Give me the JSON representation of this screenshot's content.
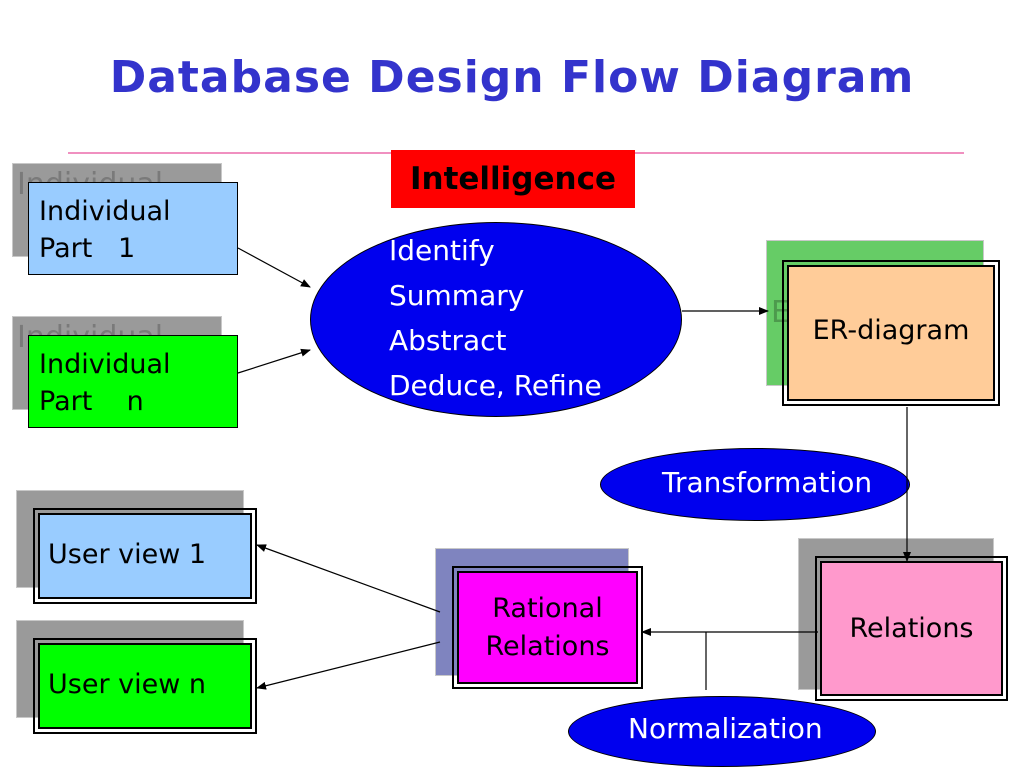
{
  "title": "Database Design Flow Diagram",
  "intelligence_label": "Intelligence",
  "individual_part_1": {
    "line1": "Individual",
    "line2": "Part   1"
  },
  "individual_part_n": {
    "line1": "Individual",
    "line2": "Part    n"
  },
  "process_steps": [
    "Identify",
    "Summary",
    "Abstract",
    "Deduce, Refine"
  ],
  "er_diagram": "ER-diagram",
  "transformation": "Transformation",
  "relations": "Relations",
  "normalization": "Normalization",
  "rational_relations": {
    "line1": "Rational",
    "line2": "Relations"
  },
  "user_view_1": "User view 1",
  "user_view_n": "User view n",
  "colors": {
    "title": "#3333cc",
    "intelligence_bg": "#ff0000",
    "part1_bg": "#99ccff",
    "partn_bg": "#00ff00",
    "ellipse_bg": "#0000ee",
    "er_bg": "#ffcc99",
    "er_shadow": "#66cc66",
    "relations_bg": "#ff99cc",
    "rational_bg": "#ff00ff",
    "rational_shadow": "#7f84bf",
    "userview1_bg": "#99ccff",
    "userviewn_bg": "#00ff00"
  }
}
